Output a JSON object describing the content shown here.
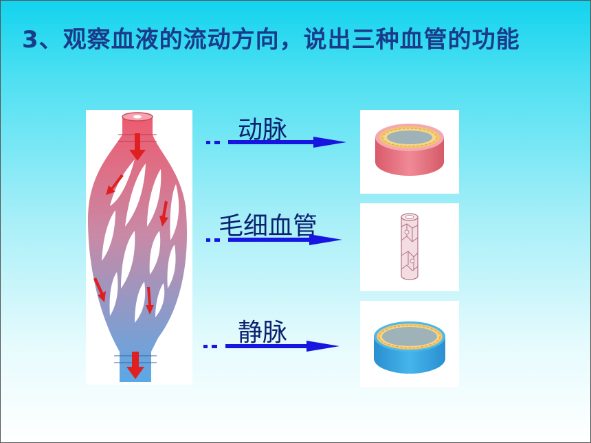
{
  "slide": {
    "title": "3、观察血液的流动方向，说出三种血管的功能"
  },
  "vessels": [
    {
      "label": "动脉",
      "color": "#e8707a"
    },
    {
      "label": "毛细血管",
      "color": "#f3dde2"
    },
    {
      "label": "静脉",
      "color": "#2fa8e0"
    }
  ],
  "colors": {
    "title": "#1a3a8a",
    "arrow": "#1616e0",
    "flow_arrow": "#e02020"
  }
}
